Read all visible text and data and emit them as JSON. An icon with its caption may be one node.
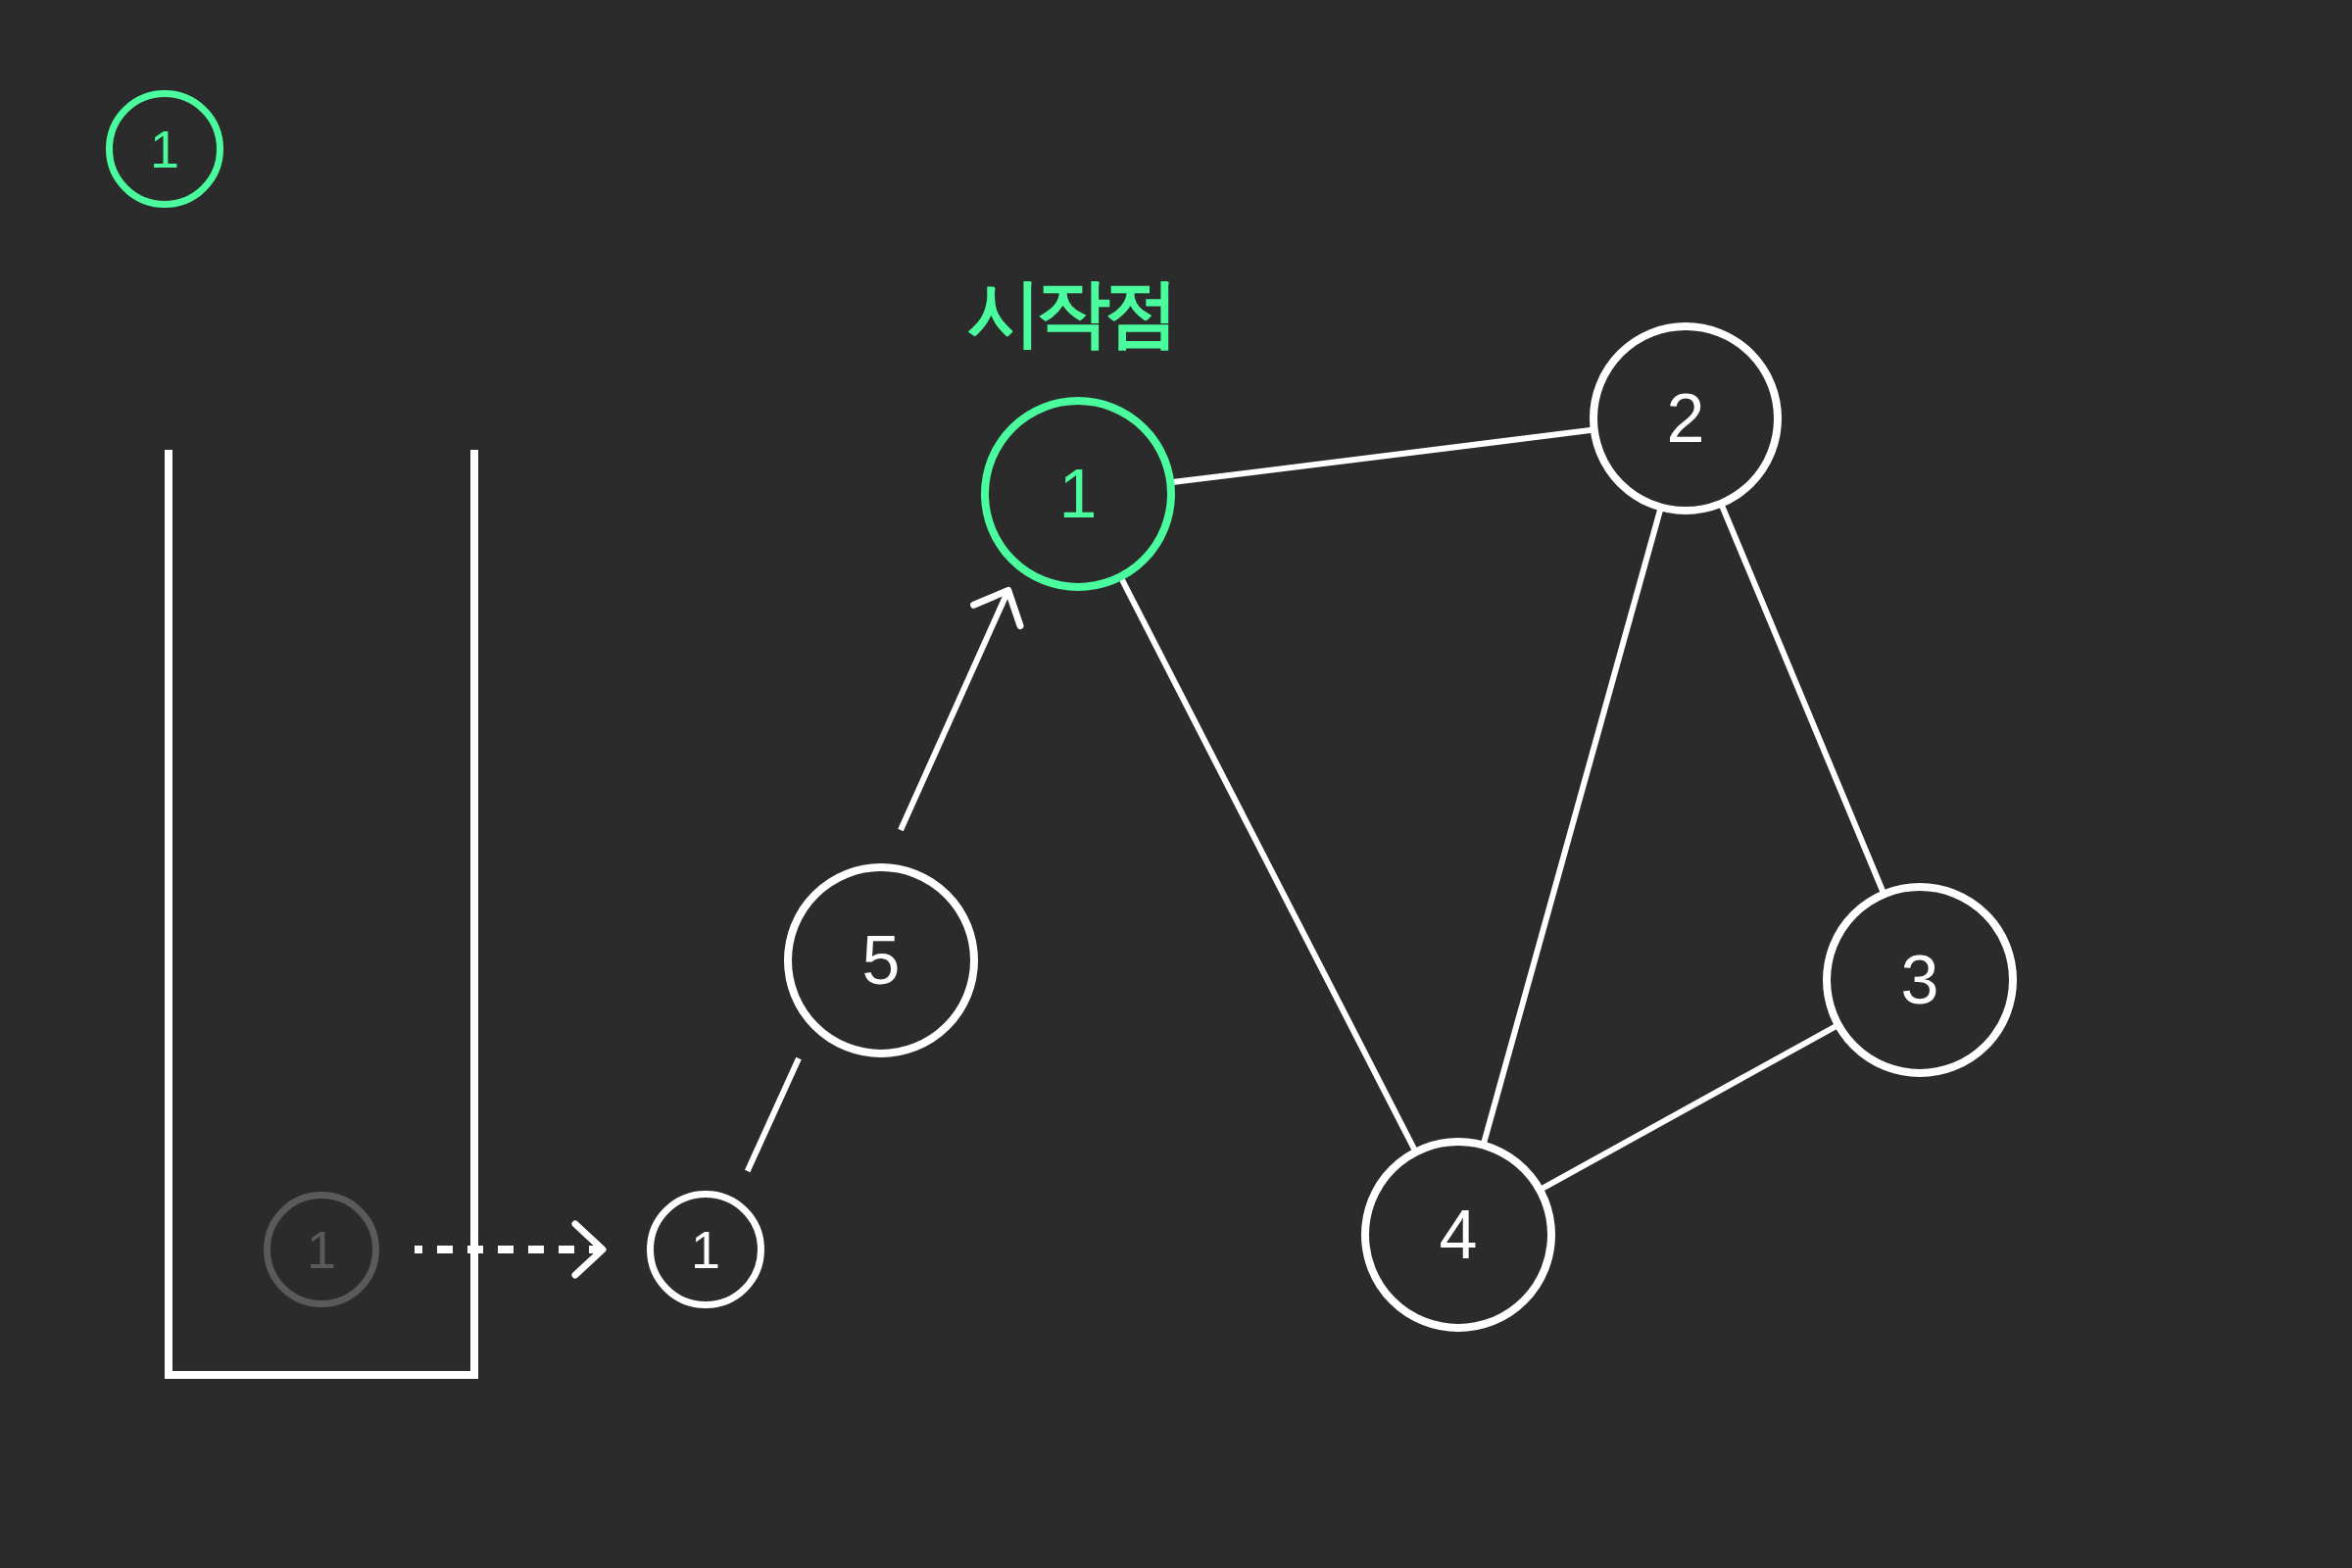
{
  "diagram": {
    "nodes": [
      {
        "text": [
          "1"
        ]
      },
      {
        "text": [
          "1"
        ],
        "beside": [
          "시작점"
        ]
      },
      {
        "text": [
          "2"
        ]
      },
      {
        "text": [],
        "shape": "box"
      },
      {
        "text": [
          "1"
        ],
        "in": 3
      },
      {
        "text": [
          "5"
        ]
      },
      {
        "text": [
          "3"
        ]
      },
      {
        "text": [
          "1"
        ]
      },
      {
        "text": [
          "4"
        ]
      }
    ],
    "edges": [
      {
        "from": 1,
        "to": 2,
        "arrow": "none"
      },
      {
        "from": 1,
        "to": 8,
        "arrow": "none"
      },
      {
        "from": 2,
        "to": 8,
        "arrow": "none"
      },
      {
        "from": 2,
        "to": 6,
        "arrow": "none"
      },
      {
        "from": 6,
        "to": 8,
        "arrow": "none"
      },
      {
        "from": 4,
        "to": 7,
        "arrow": "to",
        "style": "dashed"
      },
      {
        "from": 7,
        "to": 5,
        "arrow": "none"
      },
      {
        "from": 5,
        "to": 1,
        "arrow": "to"
      }
    ]
  }
}
